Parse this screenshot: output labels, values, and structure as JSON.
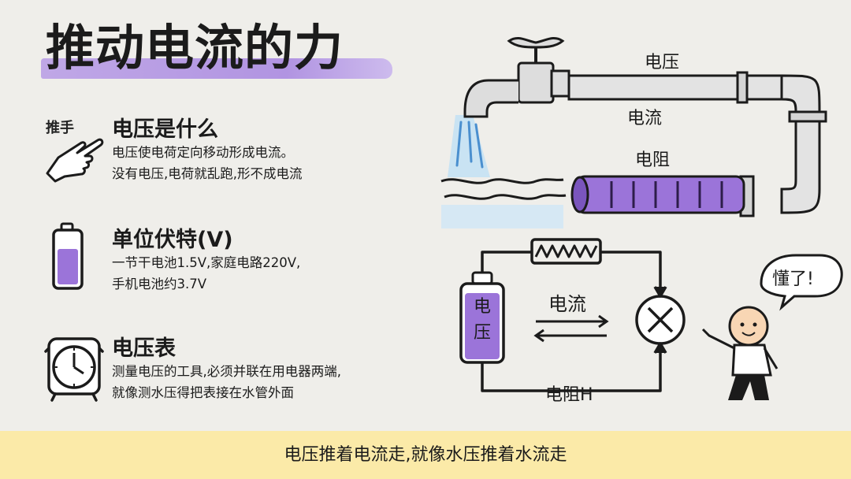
{
  "title": "推动电流的力",
  "sections": [
    {
      "icon": "pointing-hand-icon",
      "icon_text": "推手",
      "title": "电压是什么",
      "lines": [
        "电压使电荷定向移动形成电流。",
        "没有电压,电荷就乱跑,形不成电流"
      ]
    },
    {
      "icon": "battery-icon",
      "title": "单位伏特(V)",
      "lines": [
        "一节干电池1.5V,家庭电路220V,",
        "手机电池约3.7V"
      ]
    },
    {
      "icon": "alarm-clock-icon",
      "title": "电压表",
      "lines": [
        "测量电压的工具,必须并联在用电器两端,",
        "就像测水压得把表接在水管外面"
      ]
    }
  ],
  "water_pipe": {
    "label_voltage": "电压",
    "label_current": "电流",
    "label_resistance": "电阻"
  },
  "circuit": {
    "battery_label_1": "电",
    "battery_label_2": "压",
    "current_label": "电流",
    "resistance_label": "电阻H",
    "speech": "懂了!"
  },
  "footer": "电压推着电流走,就像水压推着水流走",
  "colors": {
    "accent_purple": "#9b74d9",
    "footer_bg": "#fbeaa8",
    "background": "#efeeea"
  }
}
